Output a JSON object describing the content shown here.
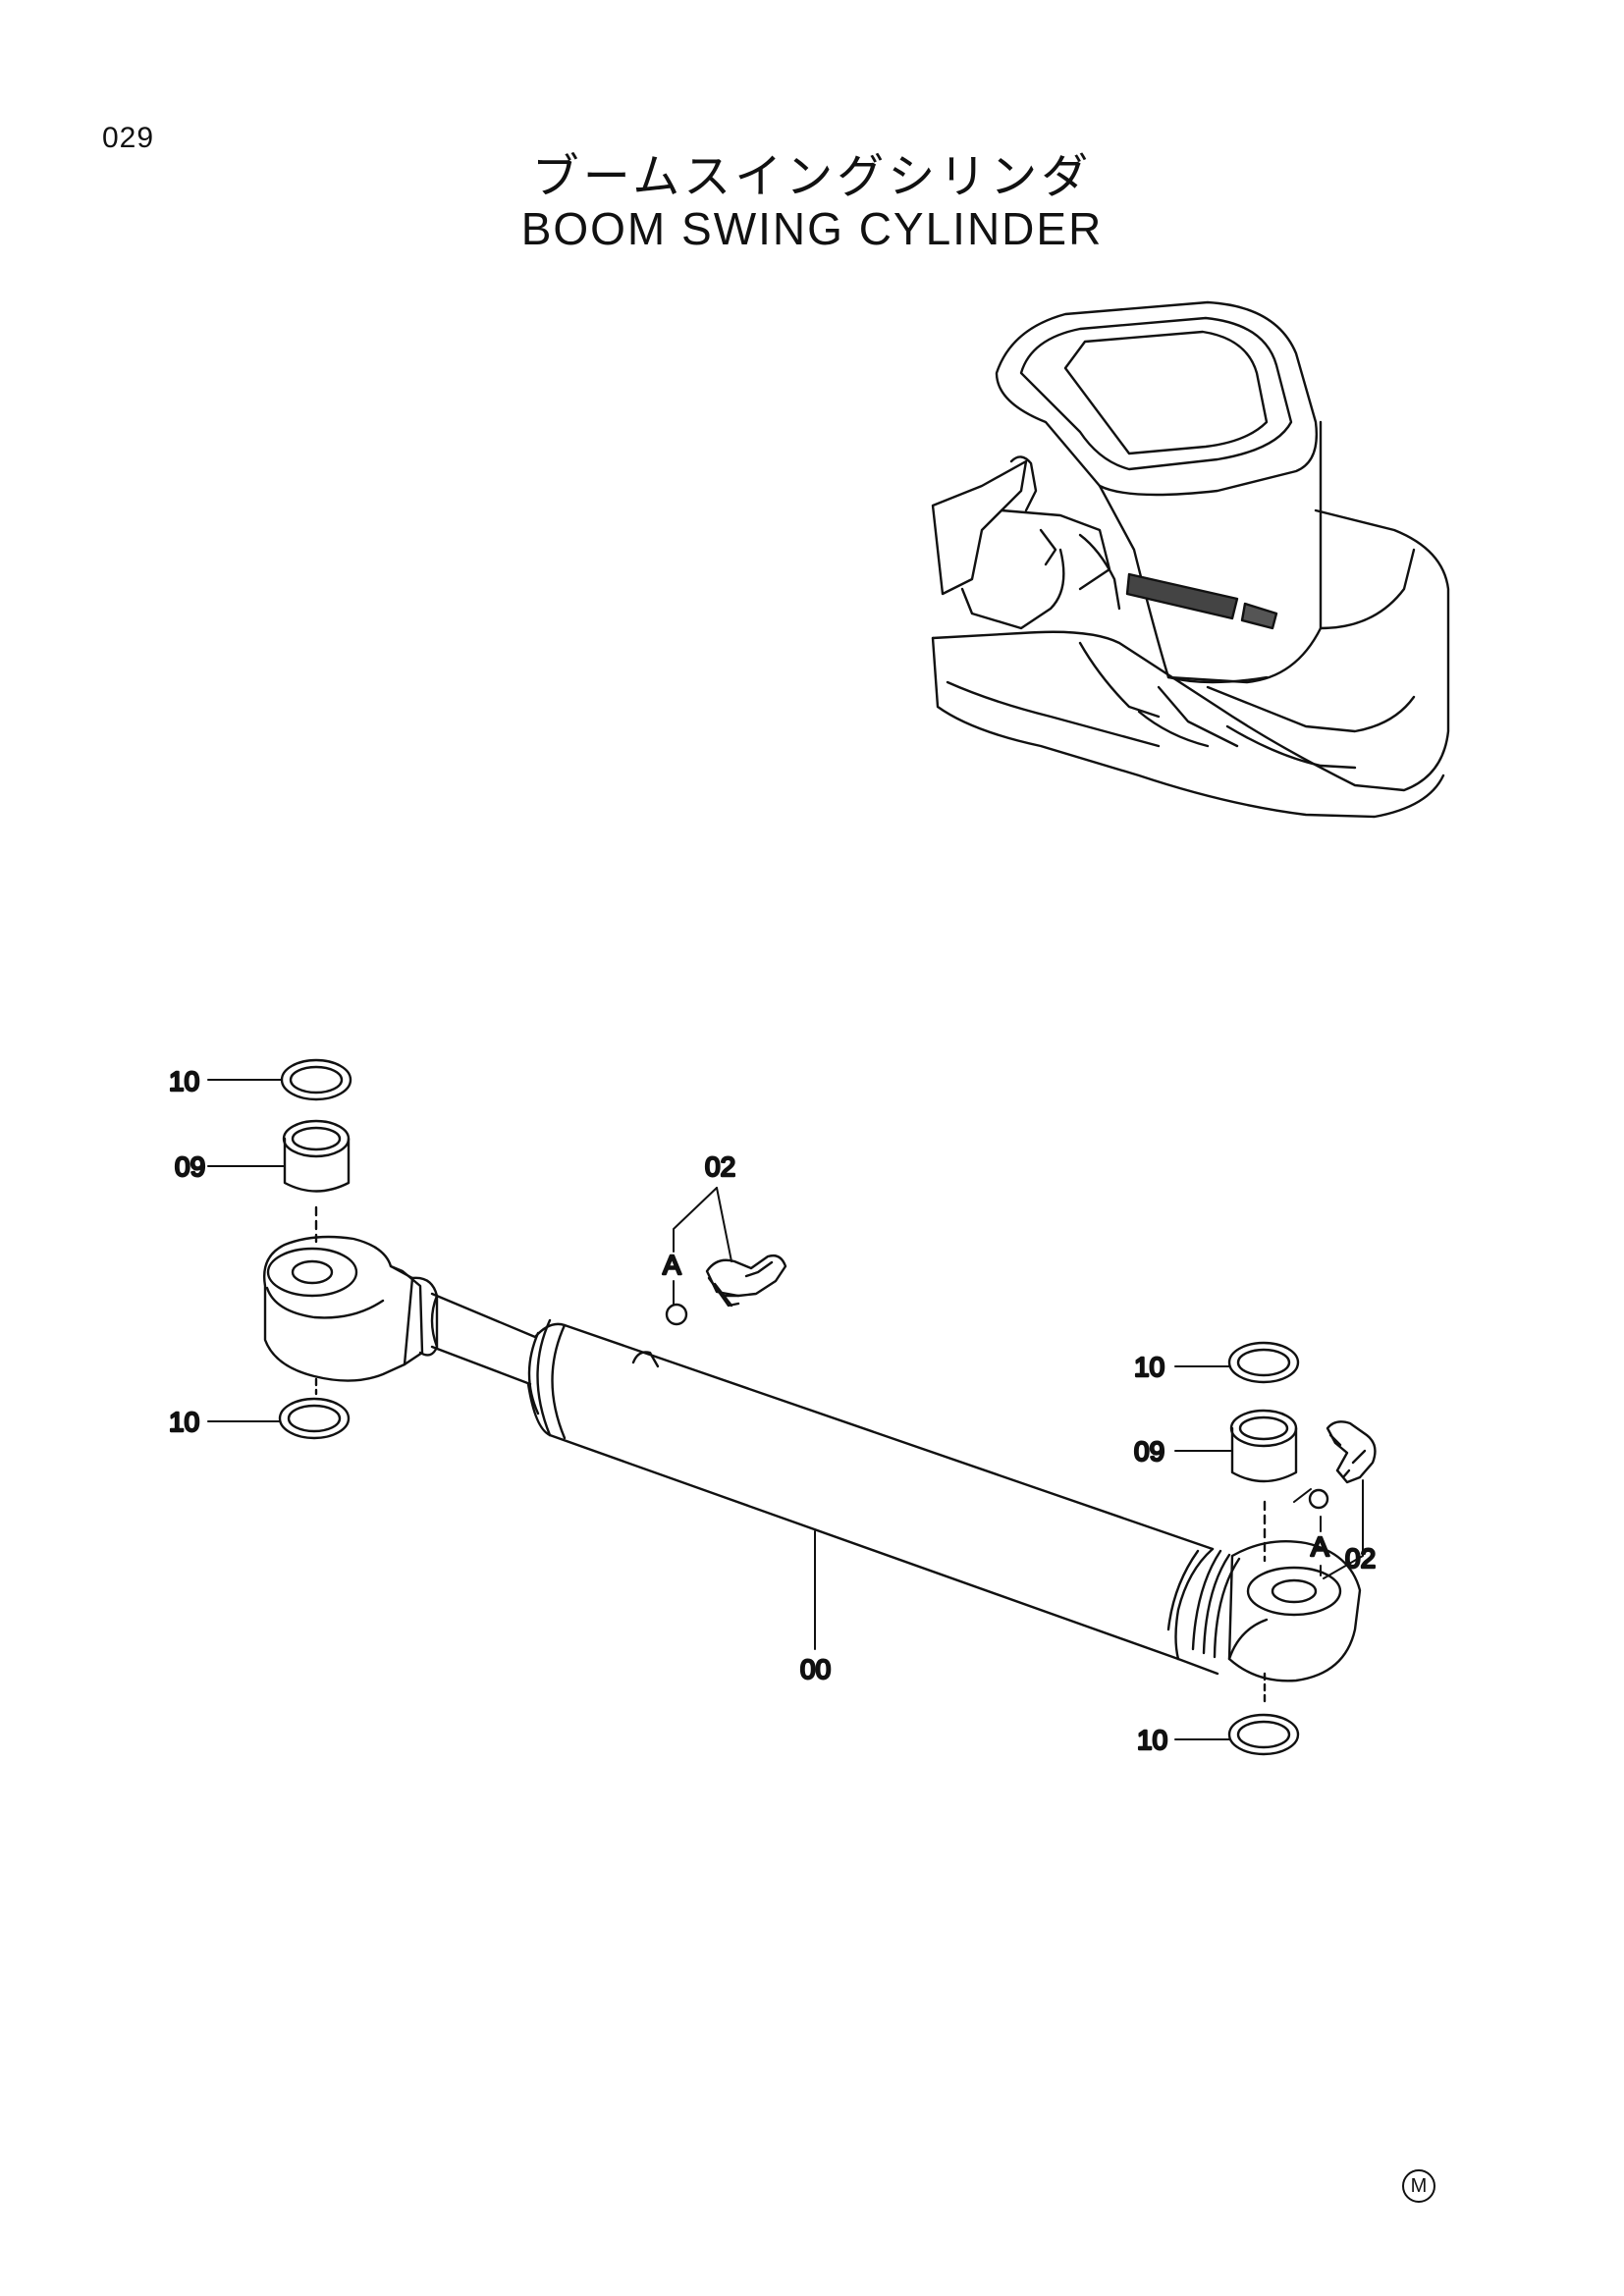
{
  "page": {
    "number": "029",
    "title_jp": "ブームスイングシリンダ",
    "title_en": "BOOM SWING CYLINDER",
    "mark": "M"
  },
  "callouts": {
    "top_left_seal": "10",
    "top_left_bushing": "09",
    "top_elbow": "02",
    "top_port": "A",
    "left_lower_seal": "10",
    "right_top_seal": "10",
    "right_bushing": "09",
    "right_port": "A",
    "right_elbow": "02",
    "cylinder": "00",
    "right_lower_seal": "10"
  }
}
